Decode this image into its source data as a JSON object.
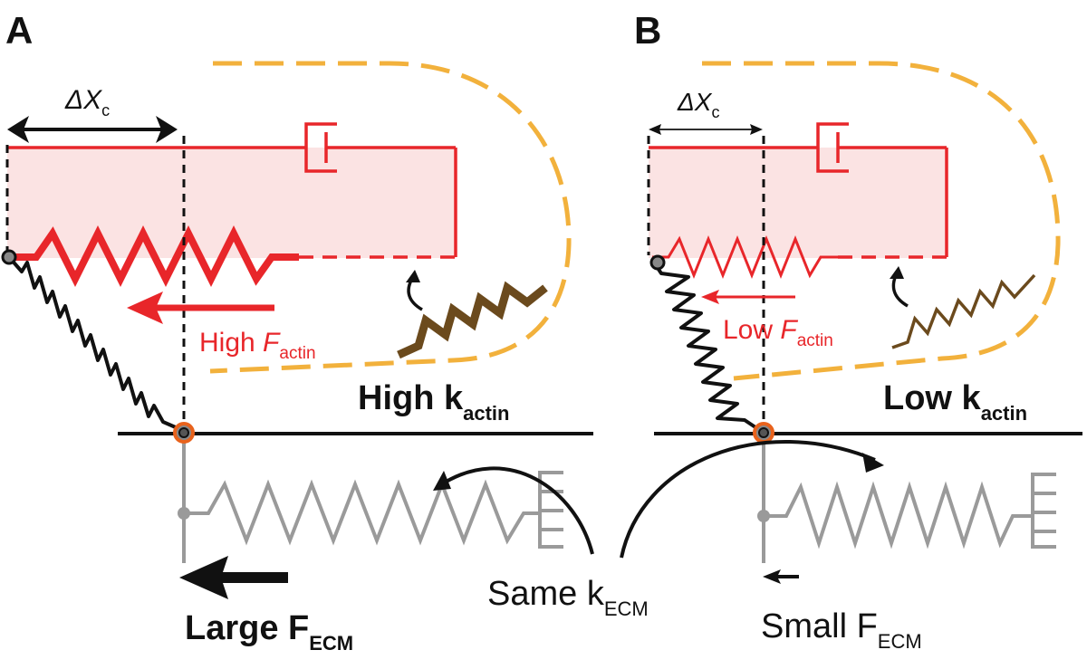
{
  "panels": {
    "A": {
      "letter": "A",
      "delta_x": "ΔX",
      "delta_x_sub": "c",
      "force_prefix": "High ",
      "force_var": "F",
      "force_sub": "actin",
      "k_label": "High k",
      "k_sub": "actin",
      "ecm_label": "Large F",
      "ecm_sub": "ECM"
    },
    "B": {
      "letter": "B",
      "delta_x": "ΔX",
      "delta_x_sub": "c",
      "force_prefix": "Low ",
      "force_var": "F",
      "force_sub": "actin",
      "k_label": "Low k",
      "k_sub": "actin",
      "ecm_label": "Small F",
      "ecm_sub": "ECM"
    }
  },
  "shared": {
    "same_k_label": "Same k",
    "same_k_sub": "ECM"
  },
  "colors": {
    "actin_red": "#e8262a",
    "shade_pink": "#fbe3e3",
    "cell_orange": "#f2b13c",
    "stiff_spring_brown": "#6b4a1d",
    "ecm_gray": "#9a9a9a",
    "black": "#111111",
    "contact_orange": "#e8621c"
  }
}
